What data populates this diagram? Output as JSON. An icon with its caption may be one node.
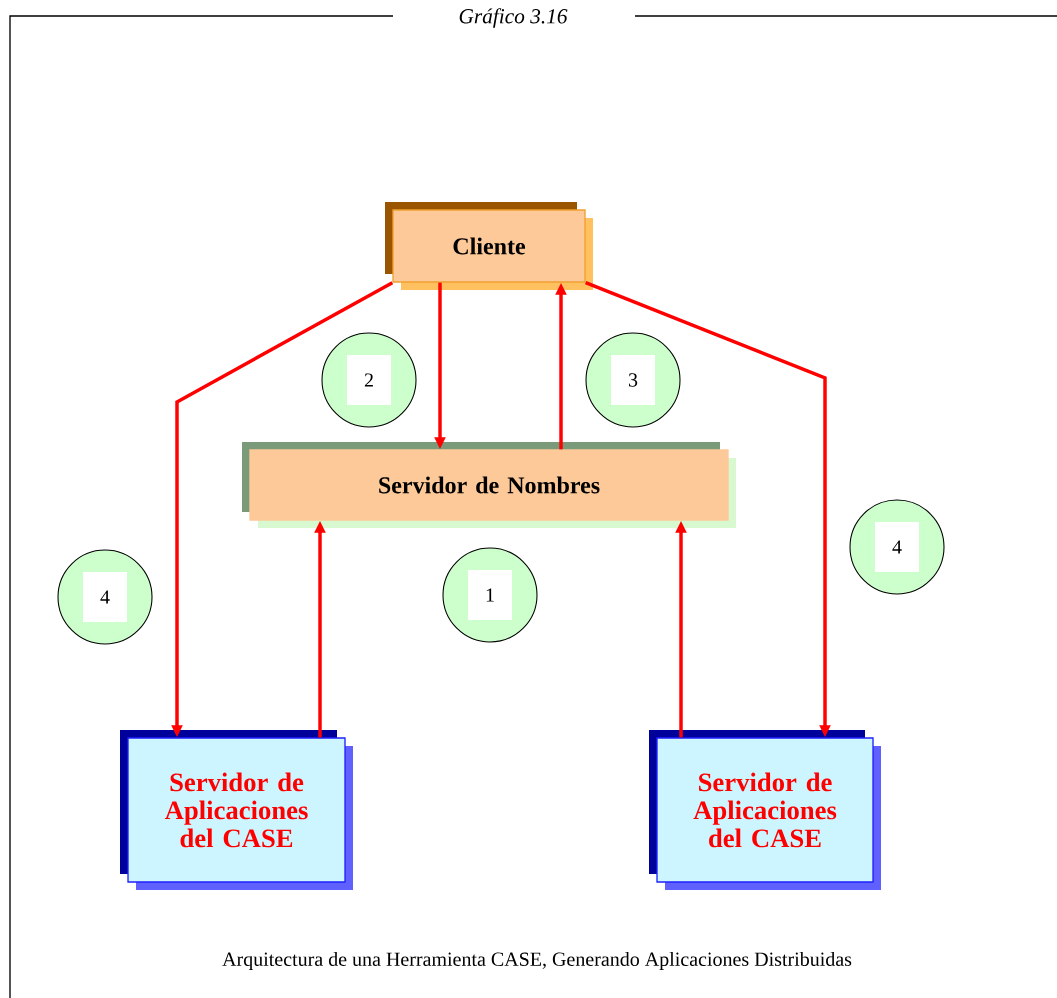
{
  "diagram": {
    "title": "Gráfico 3.16",
    "caption": "Arquitectura de una Herramienta CASE, Generando Aplicaciones Distribuidas",
    "nodes": [
      {
        "text": [
          "Cliente"
        ]
      },
      {
        "text": [
          "Servidor de Nombres"
        ]
      },
      {
        "text": [
          "Servidor de Aplicaciones del CASE"
        ]
      },
      {
        "text": [
          "Servidor de Aplicaciones del CASE"
        ]
      },
      {
        "text": [
          "2"
        ]
      },
      {
        "text": [
          "3"
        ]
      },
      {
        "text": [
          "4"
        ]
      },
      {
        "text": [
          "4"
        ]
      },
      {
        "text": [
          "1"
        ]
      }
    ],
    "edges": [
      {
        "from": 0,
        "to": 1,
        "arrow": "to"
      },
      {
        "from": 1,
        "to": 0,
        "arrow": "to"
      },
      {
        "from": 0,
        "to": 2,
        "arrow": "to"
      },
      {
        "from": 0,
        "to": 3,
        "arrow": "to"
      },
      {
        "from": 2,
        "to": 1,
        "arrow": "to"
      },
      {
        "from": 3,
        "to": 1,
        "arrow": "to"
      }
    ]
  }
}
